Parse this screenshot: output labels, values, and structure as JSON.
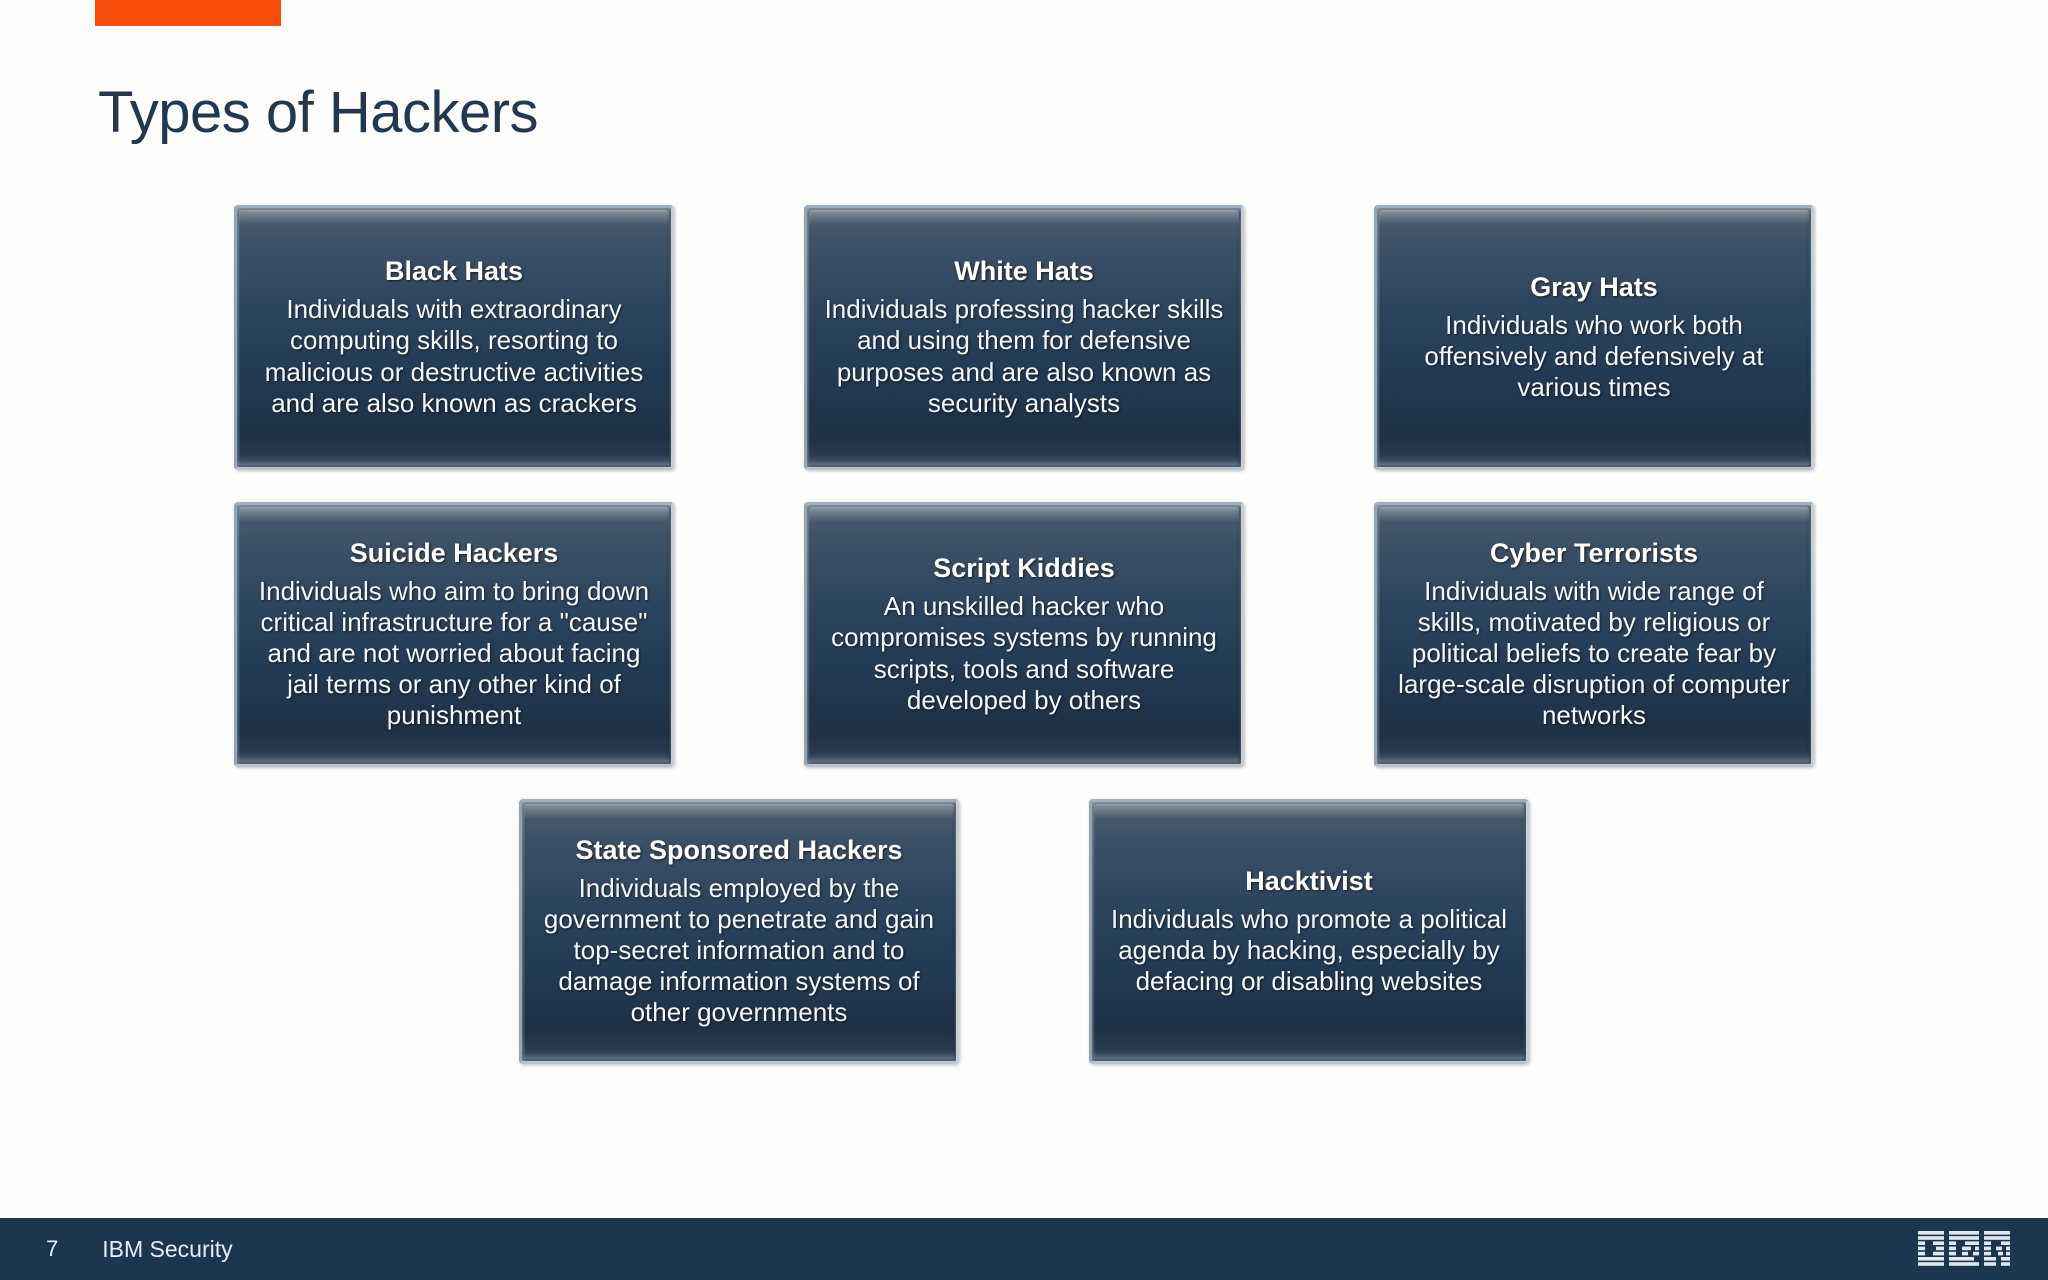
{
  "slide": {
    "title": "Types of Hackers",
    "accent_color": "#fa4d09",
    "title_color": "#23384d",
    "background_color": "#fdfdfc",
    "card_color": "#243c53"
  },
  "cards": [
    {
      "title": "Black Hats",
      "description": "Individuals with extraordinary computing skills, resorting to malicious or destructive activities and are also known as crackers"
    },
    {
      "title": "White Hats",
      "description": "Individuals professing hacker skills and using them for defensive purposes and are also known as security analysts"
    },
    {
      "title": "Gray Hats",
      "description": "Individuals who work both offensively and defensively at various times"
    },
    {
      "title": "Suicide Hackers",
      "description": "Individuals who aim to bring down critical infrastructure for a \"cause\" and are not worried about facing jail terms or any other kind of punishment"
    },
    {
      "title": "Script Kiddies",
      "description": "An unskilled hacker who compromises systems by running scripts, tools and software developed by others"
    },
    {
      "title": "Cyber Terrorists",
      "description": "Individuals with wide range of skills, motivated by religious or political beliefs to create fear by large-scale disruption of computer networks"
    },
    {
      "title": "State Sponsored Hackers",
      "description": "Individuals employed by the government to penetrate and gain top-secret information and to damage information systems of other governments"
    },
    {
      "title": "Hacktivist",
      "description": "Individuals who promote a political agenda by hacking, especially by defacing or disabling websites"
    }
  ],
  "footer": {
    "page_number": "7",
    "label": "IBM Security",
    "logo": "ibm-logo",
    "background_color": "#1d3650"
  }
}
